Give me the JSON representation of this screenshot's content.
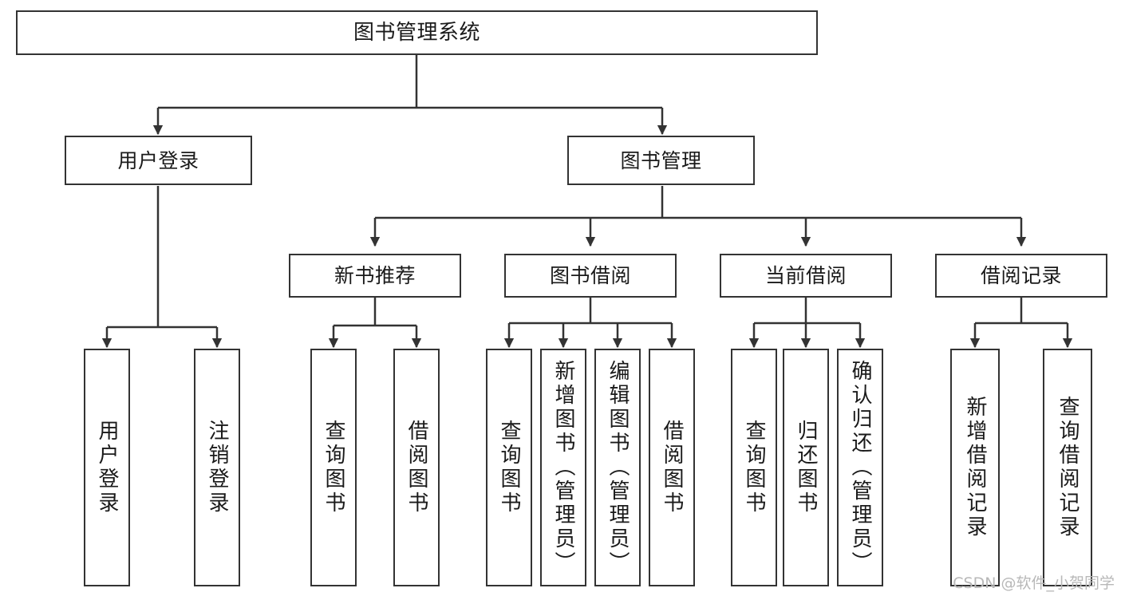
{
  "diagram": {
    "title": "图书管理系统",
    "type": "tree-hierarchy",
    "watermark": "CSDN @软件_小贺同学",
    "colors": {
      "node_border": "#333333",
      "node_fill": "#ffffff",
      "edge": "#333333",
      "text": "#1a1a1a",
      "watermark": "#b8b8b8",
      "background": "#ffffff"
    },
    "nodes": {
      "root": {
        "label": "图书管理系统"
      },
      "level2": [
        {
          "id": "user-login",
          "label": "用户登录"
        },
        {
          "id": "book-management",
          "label": "图书管理"
        }
      ],
      "level3": [
        {
          "id": "new-book-recommend",
          "label": "新书推荐"
        },
        {
          "id": "book-borrow",
          "label": "图书借阅"
        },
        {
          "id": "current-borrow",
          "label": "当前借阅"
        },
        {
          "id": "borrow-record",
          "label": "借阅记录"
        }
      ],
      "leaves": {
        "user-login": [
          {
            "id": "leaf-user-login",
            "label": "用户登录"
          },
          {
            "id": "leaf-logout",
            "label": "注销登录"
          }
        ],
        "new-book-recommend": [
          {
            "id": "leaf-query-book-1",
            "label": "查询图书"
          },
          {
            "id": "leaf-borrow-book-1",
            "label": "借阅图书"
          }
        ],
        "book-borrow": [
          {
            "id": "leaf-query-book-2",
            "label": "查询图书"
          },
          {
            "id": "leaf-add-book",
            "label": "新增图书（管理员）"
          },
          {
            "id": "leaf-edit-book",
            "label": "编辑图书（管理员）"
          },
          {
            "id": "leaf-borrow-book-2",
            "label": "借阅图书"
          }
        ],
        "current-borrow": [
          {
            "id": "leaf-query-book-3",
            "label": "查询图书"
          },
          {
            "id": "leaf-return-book",
            "label": "归还图书"
          },
          {
            "id": "leaf-confirm-return",
            "label": "确认归还（管理员）"
          }
        ],
        "borrow-record": [
          {
            "id": "leaf-add-record",
            "label": "新增借阅记录"
          },
          {
            "id": "leaf-query-record",
            "label": "查询借阅记录"
          }
        ]
      }
    }
  }
}
